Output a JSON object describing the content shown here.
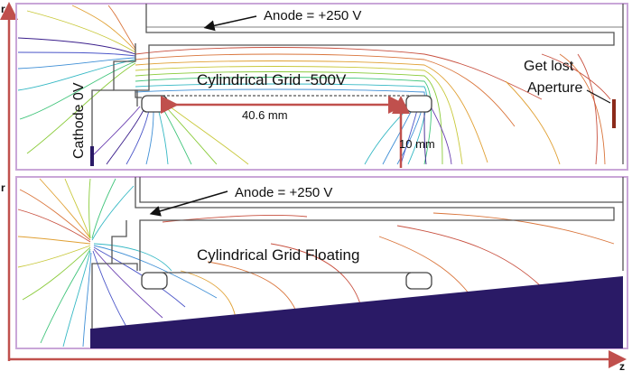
{
  "axes": {
    "r_label": "r",
    "z_label": "z"
  },
  "top_panel": {
    "anode_label": "Anode = +250 V",
    "grid_label": "Cylindrical Grid -500V",
    "cathode_label": "Cathode 0V",
    "aperture_label_line1": "Get lost",
    "aperture_label_line2": "Aperture",
    "dim_length_label": "40.6 mm",
    "dim_radius_label": "10 mm"
  },
  "bottom_panel": {
    "anode_label": "Anode = +250 V",
    "grid_label": "Cylindrical Grid Floating"
  },
  "colors": {
    "axis_arrow": "#c0504d",
    "panel_border": "#c9a6d8",
    "electrode": "#555555",
    "cathode_fill": "#2a1a66",
    "aperture_fill": "#8b2a1a",
    "equipotential_palette": [
      "#3b1f8c",
      "#4a55c8",
      "#3f8fd6",
      "#35b8c4",
      "#3fc47a",
      "#8acb3a",
      "#c8c83a",
      "#e0a033",
      "#d9743a",
      "#c8503f"
    ]
  }
}
